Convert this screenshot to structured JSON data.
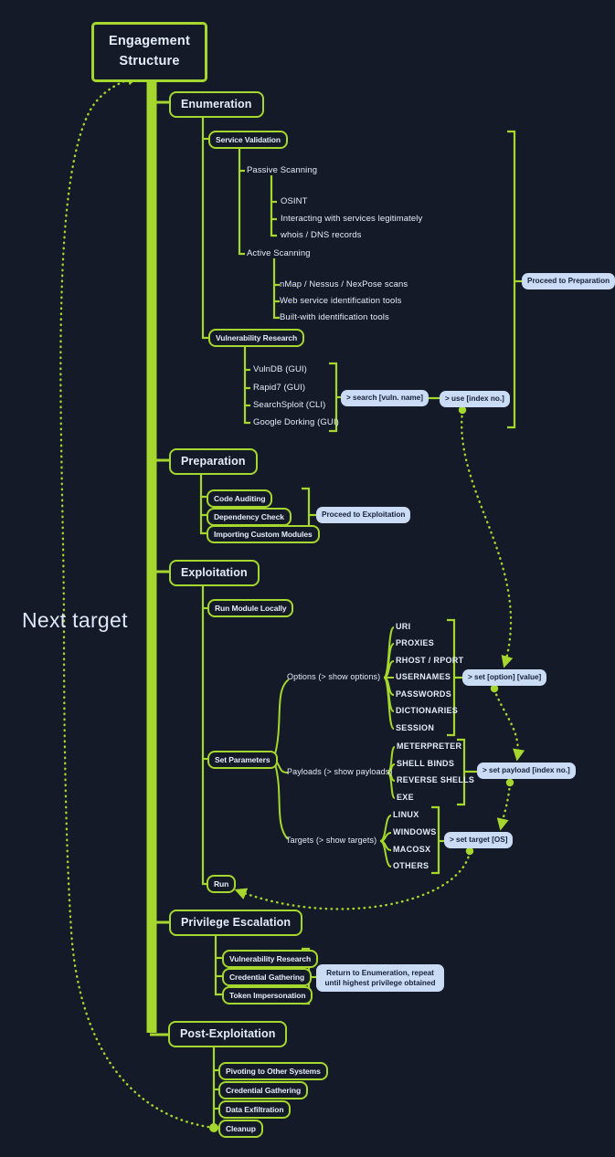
{
  "colors": {
    "background": "#141a27",
    "accent": "#a5d72f",
    "text": "#e4edfa",
    "action_bg": "#cadcf4",
    "action_text": "#17203a"
  },
  "root": {
    "title": "Engagement Structure"
  },
  "annotations": {
    "next_target": "Next target"
  },
  "enumeration": {
    "label": "Enumeration",
    "service_validation": {
      "label": "Service Validation",
      "passive_scanning": {
        "label": "Passive Scanning",
        "items": [
          "OSINT",
          "Interacting with services legitimately",
          "whois / DNS records"
        ]
      },
      "active_scanning": {
        "label": "Active Scanning",
        "items": [
          "nMap / Nessus / NexPose scans",
          "Web service identification tools",
          "Built-with identification tools"
        ]
      }
    },
    "vulnerability_research": {
      "label": "Vulnerability Research",
      "tools": [
        "VulnDB (GUI)",
        "Rapid7 (GUI)",
        "SearchSploit (CLI)",
        "Google Dorking (GUI)"
      ]
    },
    "commands": {
      "search": "> search [vuln. name]",
      "use": "> use [index no.]"
    },
    "outcome": "Proceed to Preparation"
  },
  "preparation": {
    "label": "Preparation",
    "steps": [
      "Code Auditing",
      "Dependency Check",
      "Importing Custom Modules"
    ],
    "outcome": "Proceed to Exploitation"
  },
  "exploitation": {
    "label": "Exploitation",
    "run_module_locally": "Run Module Locally",
    "set_parameters": {
      "label": "Set Parameters",
      "options": {
        "label": "Options (> show options)",
        "items": [
          "URI",
          "PROXIES",
          "RHOST / RPORT",
          "USERNAMES",
          "PASSWORDS",
          "DICTIONARIES",
          "SESSION"
        ],
        "command": "> set [option] [value]"
      },
      "payloads": {
        "label": "Payloads (> show payloads)",
        "items": [
          "METERPRETER",
          "SHELL BINDS",
          "REVERSE SHELLS",
          "EXE"
        ],
        "command": "> set payload [index no.]"
      },
      "targets": {
        "label": "Targets (> show targets)",
        "items": [
          "LINUX",
          "WINDOWS",
          "MACOSX",
          "OTHERS"
        ],
        "command": "> set target [OS]"
      }
    },
    "run": "Run"
  },
  "privilege_escalation": {
    "label": "Privilege Escalation",
    "steps": [
      "Vulnerability Research",
      "Credential Gathering",
      "Token Impersonation"
    ],
    "outcome": "Return to Enumeration, repeat until highest privilege obtained"
  },
  "post_exploitation": {
    "label": "Post-Exploitation",
    "steps": [
      "Pivoting to Other Systems",
      "Credential Gathering",
      "Data Exfiltration",
      "Cleanup"
    ]
  }
}
